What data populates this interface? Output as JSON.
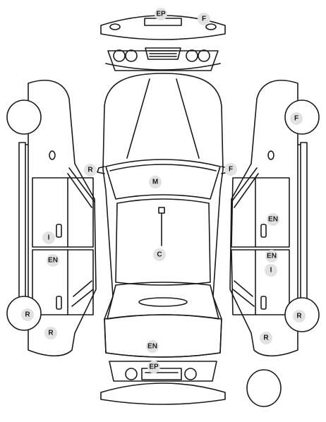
{
  "markers": [
    {
      "id": "front-bumper-ep",
      "label": "EP"
    },
    {
      "id": "front-bumper-f",
      "label": "F"
    },
    {
      "id": "left-mirror-r",
      "label": "R"
    },
    {
      "id": "right-mirror-f",
      "label": "F"
    },
    {
      "id": "windshield-m",
      "label": "M"
    },
    {
      "id": "roof-c",
      "label": "C"
    },
    {
      "id": "left-front-door-i",
      "label": "I"
    },
    {
      "id": "left-rear-door-en",
      "label": "EN"
    },
    {
      "id": "left-rear-wheel-r",
      "label": "R"
    },
    {
      "id": "left-rear-fender-r",
      "label": "R"
    },
    {
      "id": "right-front-wheel-f",
      "label": "F"
    },
    {
      "id": "right-front-door-en",
      "label": "EN"
    },
    {
      "id": "right-rear-door-en",
      "label": "EN"
    },
    {
      "id": "right-rear-door-i",
      "label": "I"
    },
    {
      "id": "right-rear-wheel-r",
      "label": "R"
    },
    {
      "id": "right-rear-fender-r",
      "label": "R"
    },
    {
      "id": "trunk-en",
      "label": "EN"
    },
    {
      "id": "rear-bumper-ep",
      "label": "EP"
    }
  ]
}
